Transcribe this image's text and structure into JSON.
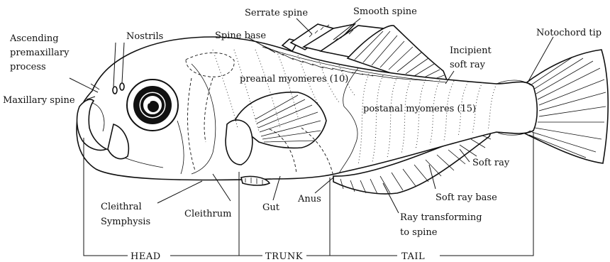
{
  "labels": {
    "ascending": [
      "Ascending",
      "premaxillary",
      "process"
    ],
    "nostrils": "Nostrils",
    "maxillary_spine": "Maxillary spine",
    "serrate_spine": "Serrate spine",
    "smooth_spine": "Smooth spine",
    "spine_base": "Spine base",
    "incipient_soft_ray": [
      "Incipient",
      "soft ray"
    ],
    "notochord_tip": "Notochord tip",
    "preanal_myomeres": "preanal myomeres (10)",
    "postanal_myomeres": "postanal myomeres (15)",
    "soft_ray": "Soft ray",
    "soft_ray_base": "Soft ray base",
    "ray_transforming": [
      "Ray transforming",
      "to spine"
    ],
    "anus": "Anus",
    "gut": "Gut",
    "cleithrum": "Cleithrum",
    "cleithral_symphysis": [
      "Cleithral",
      "Symphysis"
    ]
  },
  "sections": {
    "head": "HEAD",
    "trunk": "TRUNK",
    "tail": "TAIL"
  }
}
